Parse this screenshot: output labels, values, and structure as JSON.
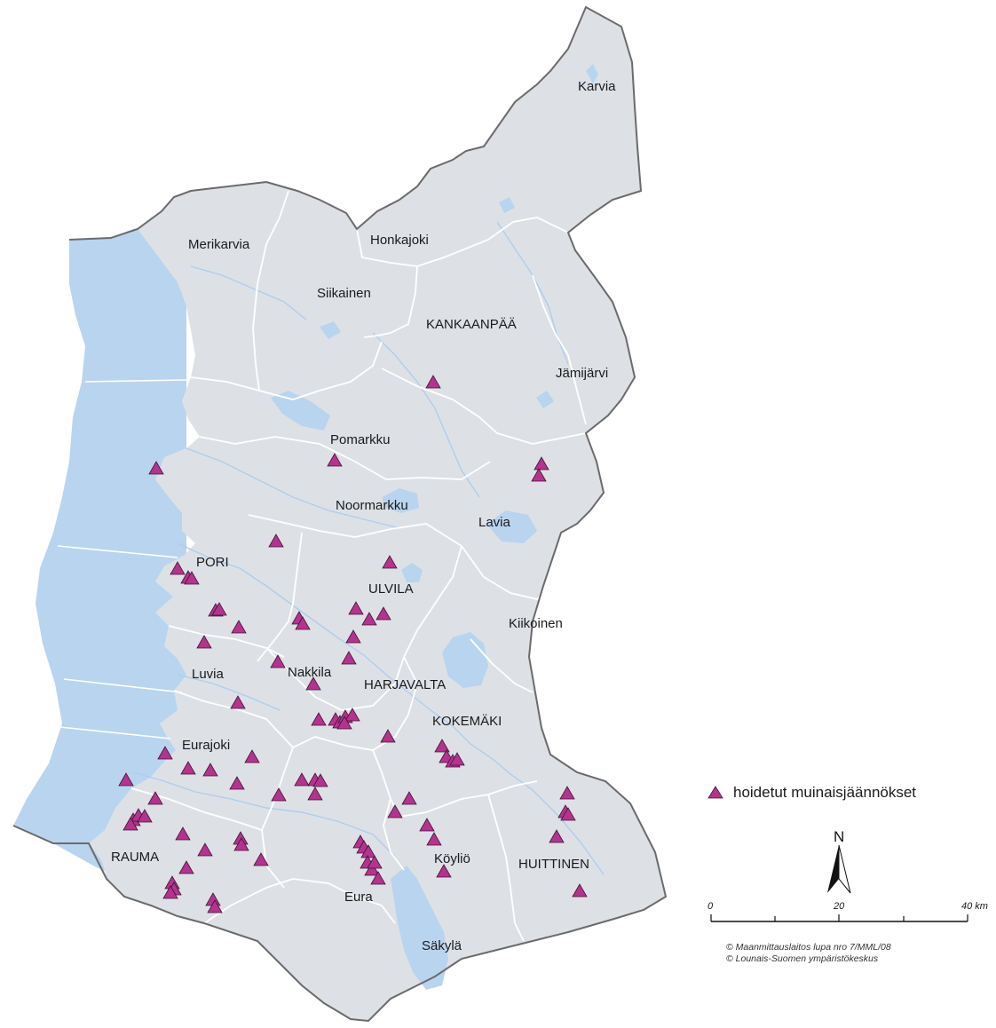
{
  "colors": {
    "land": "#dde1e6",
    "water": "#b9d4ee",
    "river": "#aecdee",
    "boundary": "#ffffff",
    "outline": "#6b6b6b",
    "marker": "#b5338e",
    "marker_stroke": "#3d1433"
  },
  "places": [
    {
      "id": "karvia",
      "label": "Karvia"
    },
    {
      "id": "merikarvia",
      "label": "Merikarvia"
    },
    {
      "id": "honkajoki",
      "label": "Honkajoki"
    },
    {
      "id": "siikainen",
      "label": "Siikainen"
    },
    {
      "id": "kankaanpaa",
      "label": "KANKAANPÄÄ"
    },
    {
      "id": "jamijarvi",
      "label": "Jämijärvi"
    },
    {
      "id": "pomarkku",
      "label": "Pomarkku"
    },
    {
      "id": "noormarkku",
      "label": "Noormarkku"
    },
    {
      "id": "lavia",
      "label": "Lavia"
    },
    {
      "id": "pori",
      "label": "PORI"
    },
    {
      "id": "ulvila",
      "label": "ULVILA"
    },
    {
      "id": "kiikoinen",
      "label": "Kiikoinen"
    },
    {
      "id": "nakkila",
      "label": "Nakkila"
    },
    {
      "id": "luvia",
      "label": "Luvia"
    },
    {
      "id": "harjavalta",
      "label": "HARJAVALTA"
    },
    {
      "id": "kokemaki",
      "label": "KOKEMÄKI"
    },
    {
      "id": "eurajoki",
      "label": "Eurajoki"
    },
    {
      "id": "rauma",
      "label": "RAUMA"
    },
    {
      "id": "koylio",
      "label": "Köyliö"
    },
    {
      "id": "huittinen",
      "label": "HUITTINEN"
    },
    {
      "id": "eura",
      "label": "Eura"
    },
    {
      "id": "sakyla",
      "label": "Säkylä"
    }
  ],
  "legend": {
    "label": "hoidetut muinaisjäännökset",
    "icon": "triangle-marker-icon"
  },
  "north_arrow": {
    "letter": "N",
    "icon": "north-arrow-icon"
  },
  "scale_bar": {
    "labels": [
      "0",
      "20",
      "40 km"
    ],
    "values_km": [
      0,
      20,
      40
    ]
  },
  "credits": [
    "© Maanmittauslaitos lupa nro 7/MML/08",
    "© Lounais-Suomen ympäristökeskus"
  ]
}
